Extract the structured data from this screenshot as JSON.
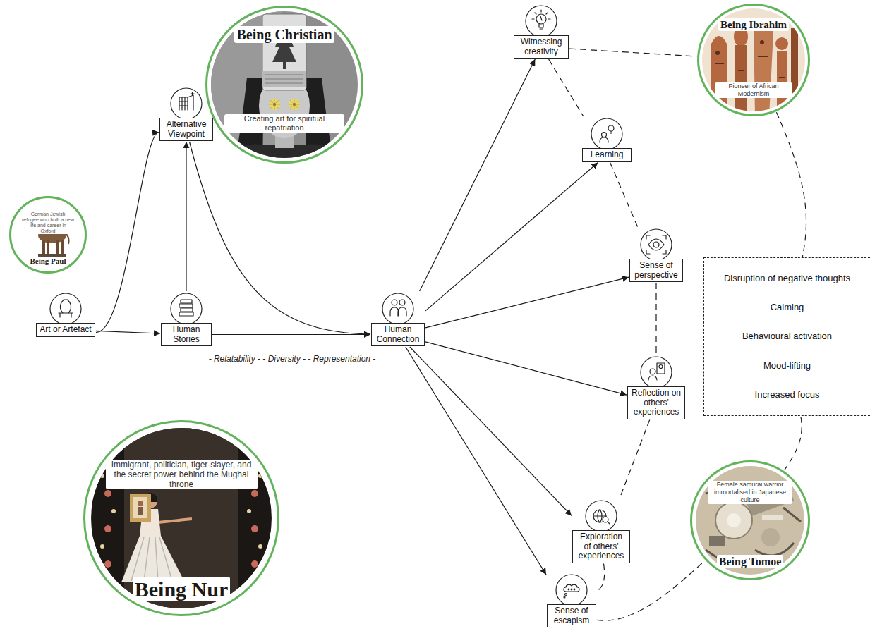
{
  "diagram": {
    "nodes": [
      {
        "text": [
          "Being Paul",
          "German Jewish refugee who built a new life and career in Oxford"
        ]
      },
      {
        "text": [
          "Art or Artefact"
        ]
      },
      {
        "text": [
          "Alternative Viewpoint"
        ]
      },
      {
        "text": [
          "Being Christian",
          "Creating art for spiritual repatriation"
        ]
      },
      {
        "text": [
          "Human Stories"
        ]
      },
      {
        "text": [
          "Human Connection"
        ]
      },
      {
        "text": [
          "Being Nur",
          "Immigrant, politician, tiger-slayer, and the secret power behind the Mughal throne"
        ]
      },
      {
        "text": [
          "Witnessing creativity"
        ]
      },
      {
        "text": [
          "Learning"
        ]
      },
      {
        "text": [
          "Being Ibrahim",
          "Pioneer of African Modernism"
        ]
      },
      {
        "text": [
          "Sense of perspective"
        ]
      },
      {
        "text": [
          "Disruption of negative thoughts",
          "Calming",
          "Behavioural activation",
          "Mood-lifting",
          "Increased focus"
        ]
      },
      {
        "text": [
          "Reflection on others' experiences"
        ]
      },
      {
        "text": [
          "Exploration of others' experiences"
        ]
      },
      {
        "text": [
          "Being Tomoe",
          "Female samurai warrior immortalised in Japanese culture"
        ]
      },
      {
        "text": [
          "Sense of escapism"
        ]
      }
    ],
    "edges": [
      {
        "from": 1,
        "to": 4,
        "arrow": "to"
      },
      {
        "from": 1,
        "to": 2,
        "arrow": "to"
      },
      {
        "from": 4,
        "to": 2,
        "arrow": "to"
      },
      {
        "from": 4,
        "to": 5,
        "label": "- Relatability - - Diversity - - Representation -",
        "arrow": "to"
      },
      {
        "from": 2,
        "to": 5,
        "arrow": "to"
      },
      {
        "from": 5,
        "to": 7,
        "arrow": "to"
      },
      {
        "from": 5,
        "to": 8,
        "arrow": "to"
      },
      {
        "from": 5,
        "to": 10,
        "arrow": "to"
      },
      {
        "from": 5,
        "to": 12,
        "arrow": "to"
      },
      {
        "from": 5,
        "to": 13,
        "arrow": "to"
      },
      {
        "from": 5,
        "to": 15,
        "arrow": "to"
      },
      {
        "from": 7,
        "to": 9,
        "arrow": "none"
      },
      {
        "from": 7,
        "to": 8,
        "arrow": "none"
      },
      {
        "from": 8,
        "to": 10,
        "arrow": "none"
      },
      {
        "from": 10,
        "to": 12,
        "arrow": "none"
      },
      {
        "from": 12,
        "to": 13,
        "arrow": "none"
      },
      {
        "from": 13,
        "to": 15,
        "arrow": "none"
      },
      {
        "from": 15,
        "to": 14,
        "arrow": "none"
      },
      {
        "from": 9,
        "to": 11,
        "arrow": "none"
      },
      {
        "from": 11,
        "to": 14,
        "arrow": "none"
      }
    ]
  }
}
